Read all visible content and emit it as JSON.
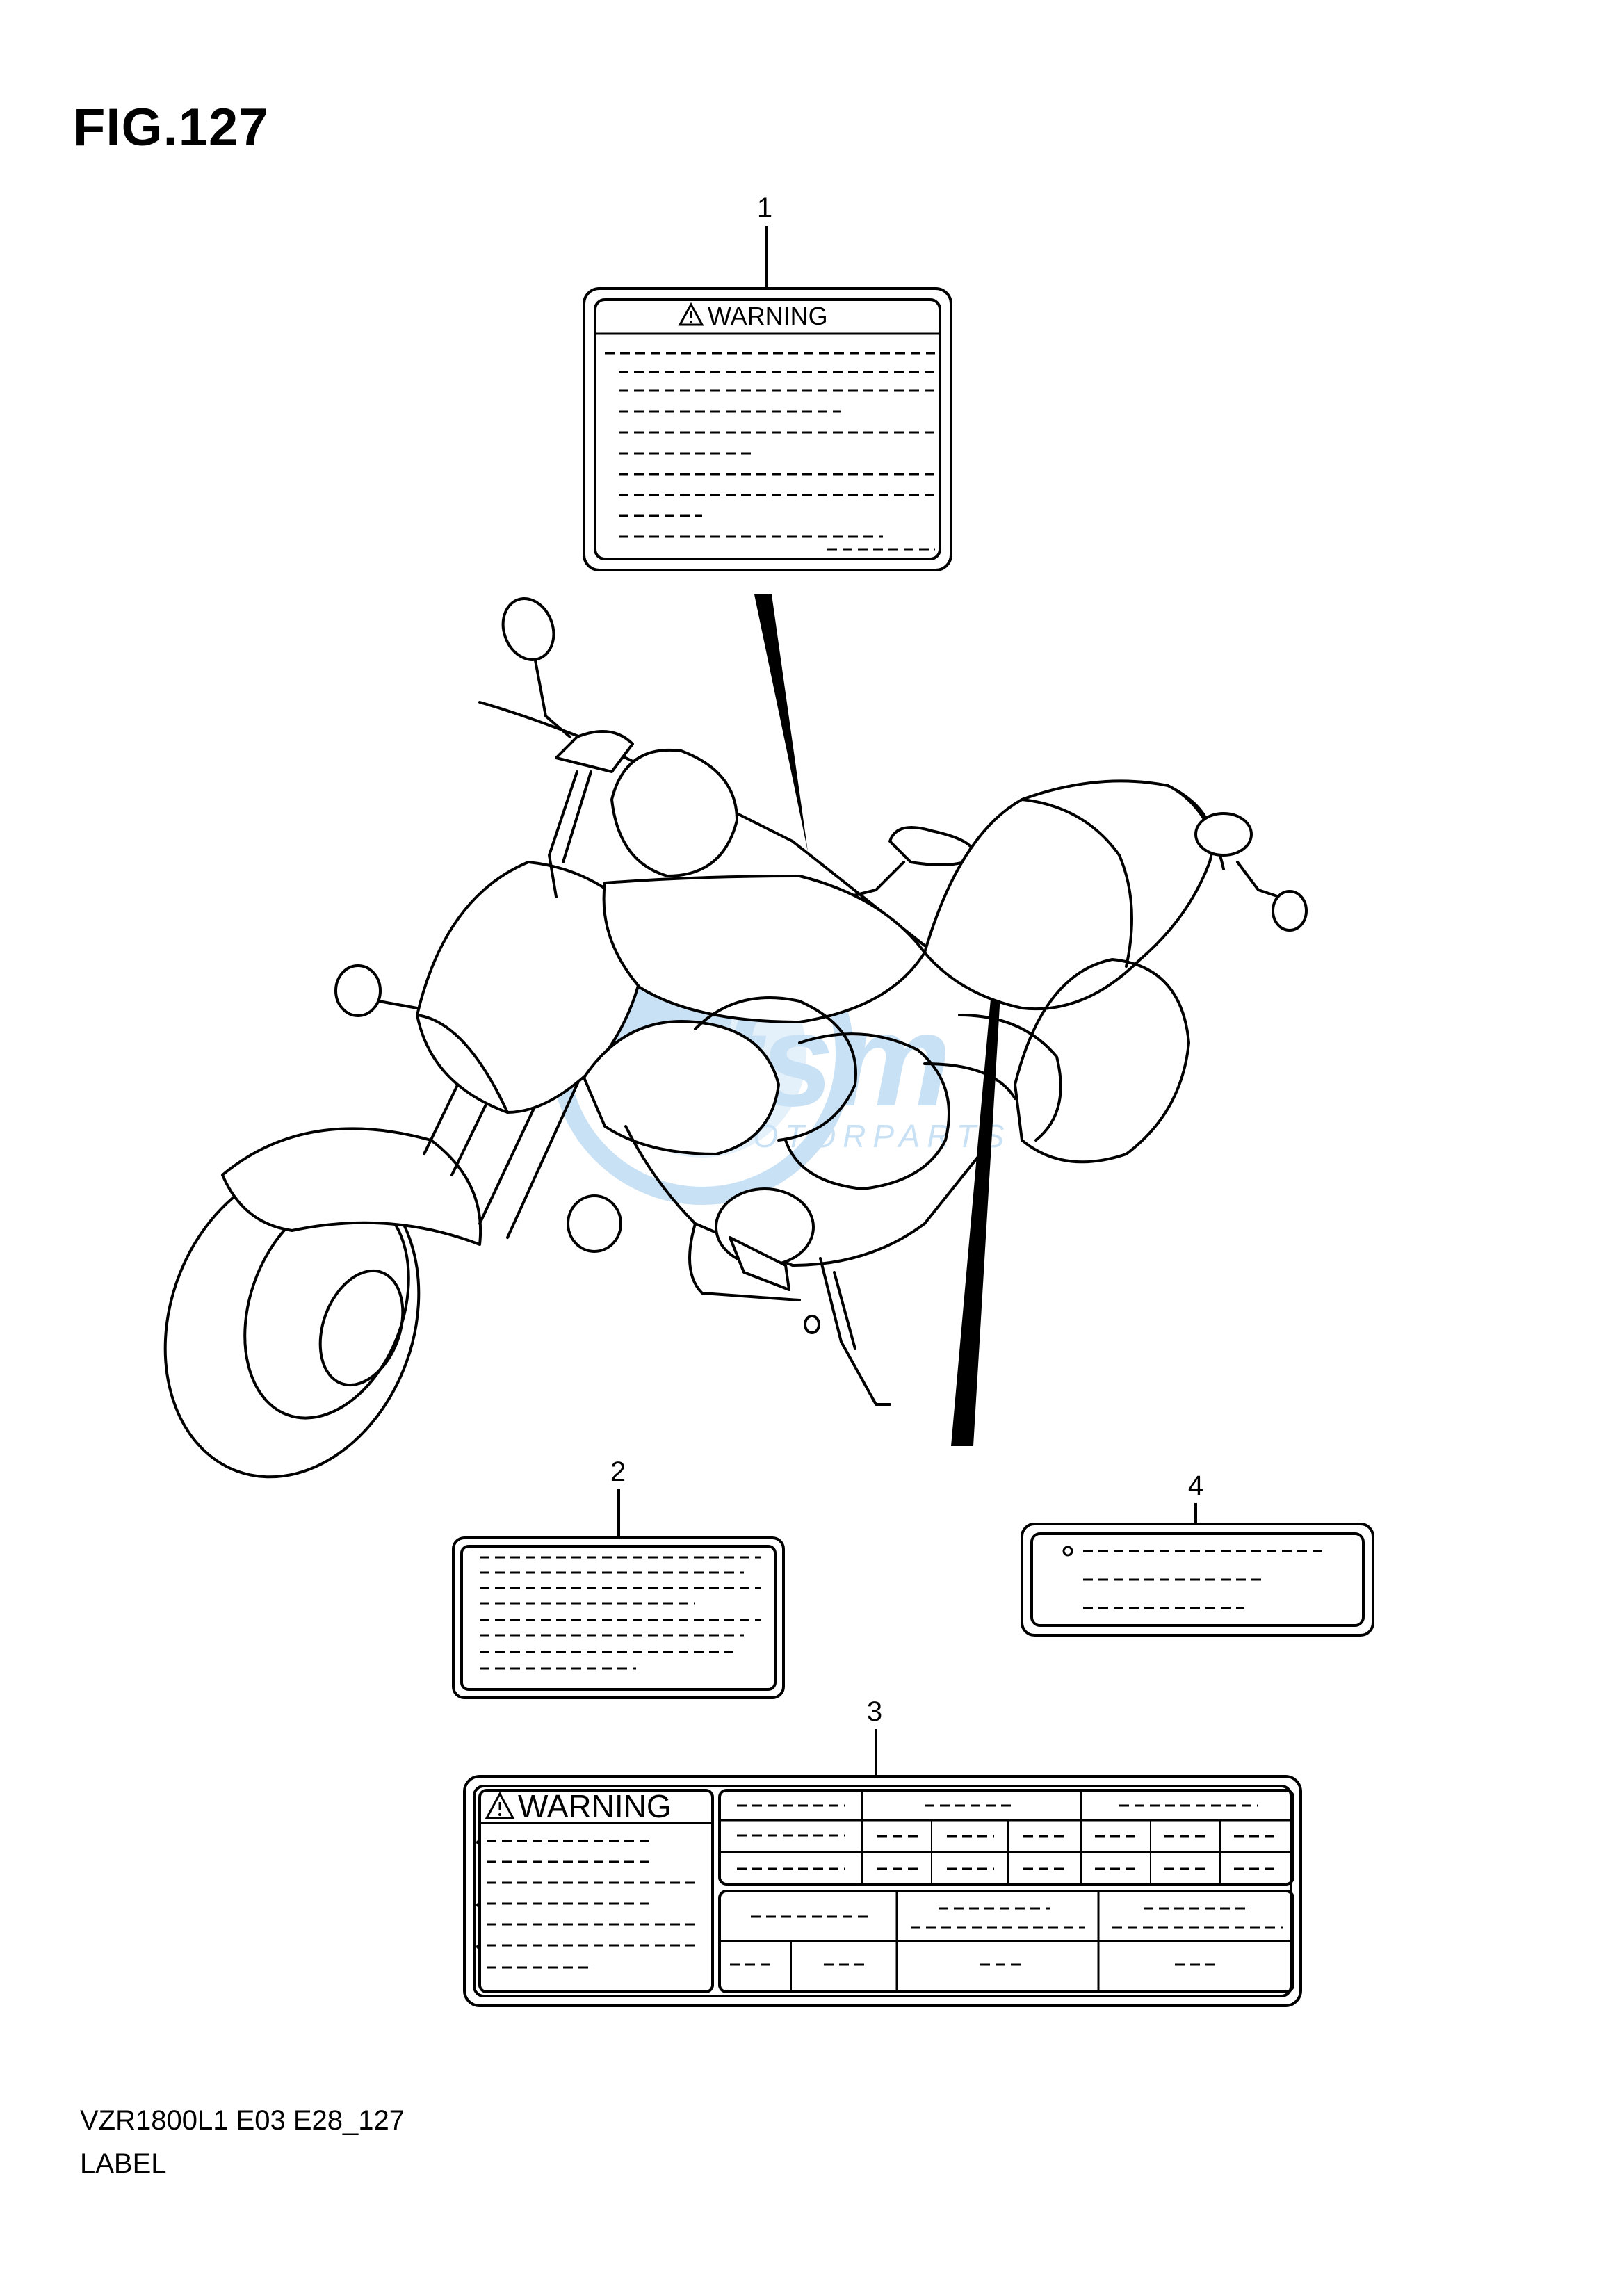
{
  "figure": {
    "title": "FIG.127"
  },
  "callouts": [
    "1",
    "2",
    "3",
    "4"
  ],
  "labels": {
    "label1_heading": "WARNING",
    "label3_heading": "WARNING"
  },
  "footer": {
    "code": "VZR1800L1 E03 E28_127",
    "caption": "LABEL"
  },
  "watermark": {
    "brand": "fsm",
    "subtitle": "MOTORPARTS",
    "color": "#9ec9ee"
  },
  "icons": [
    "warning-triangle-icon"
  ]
}
